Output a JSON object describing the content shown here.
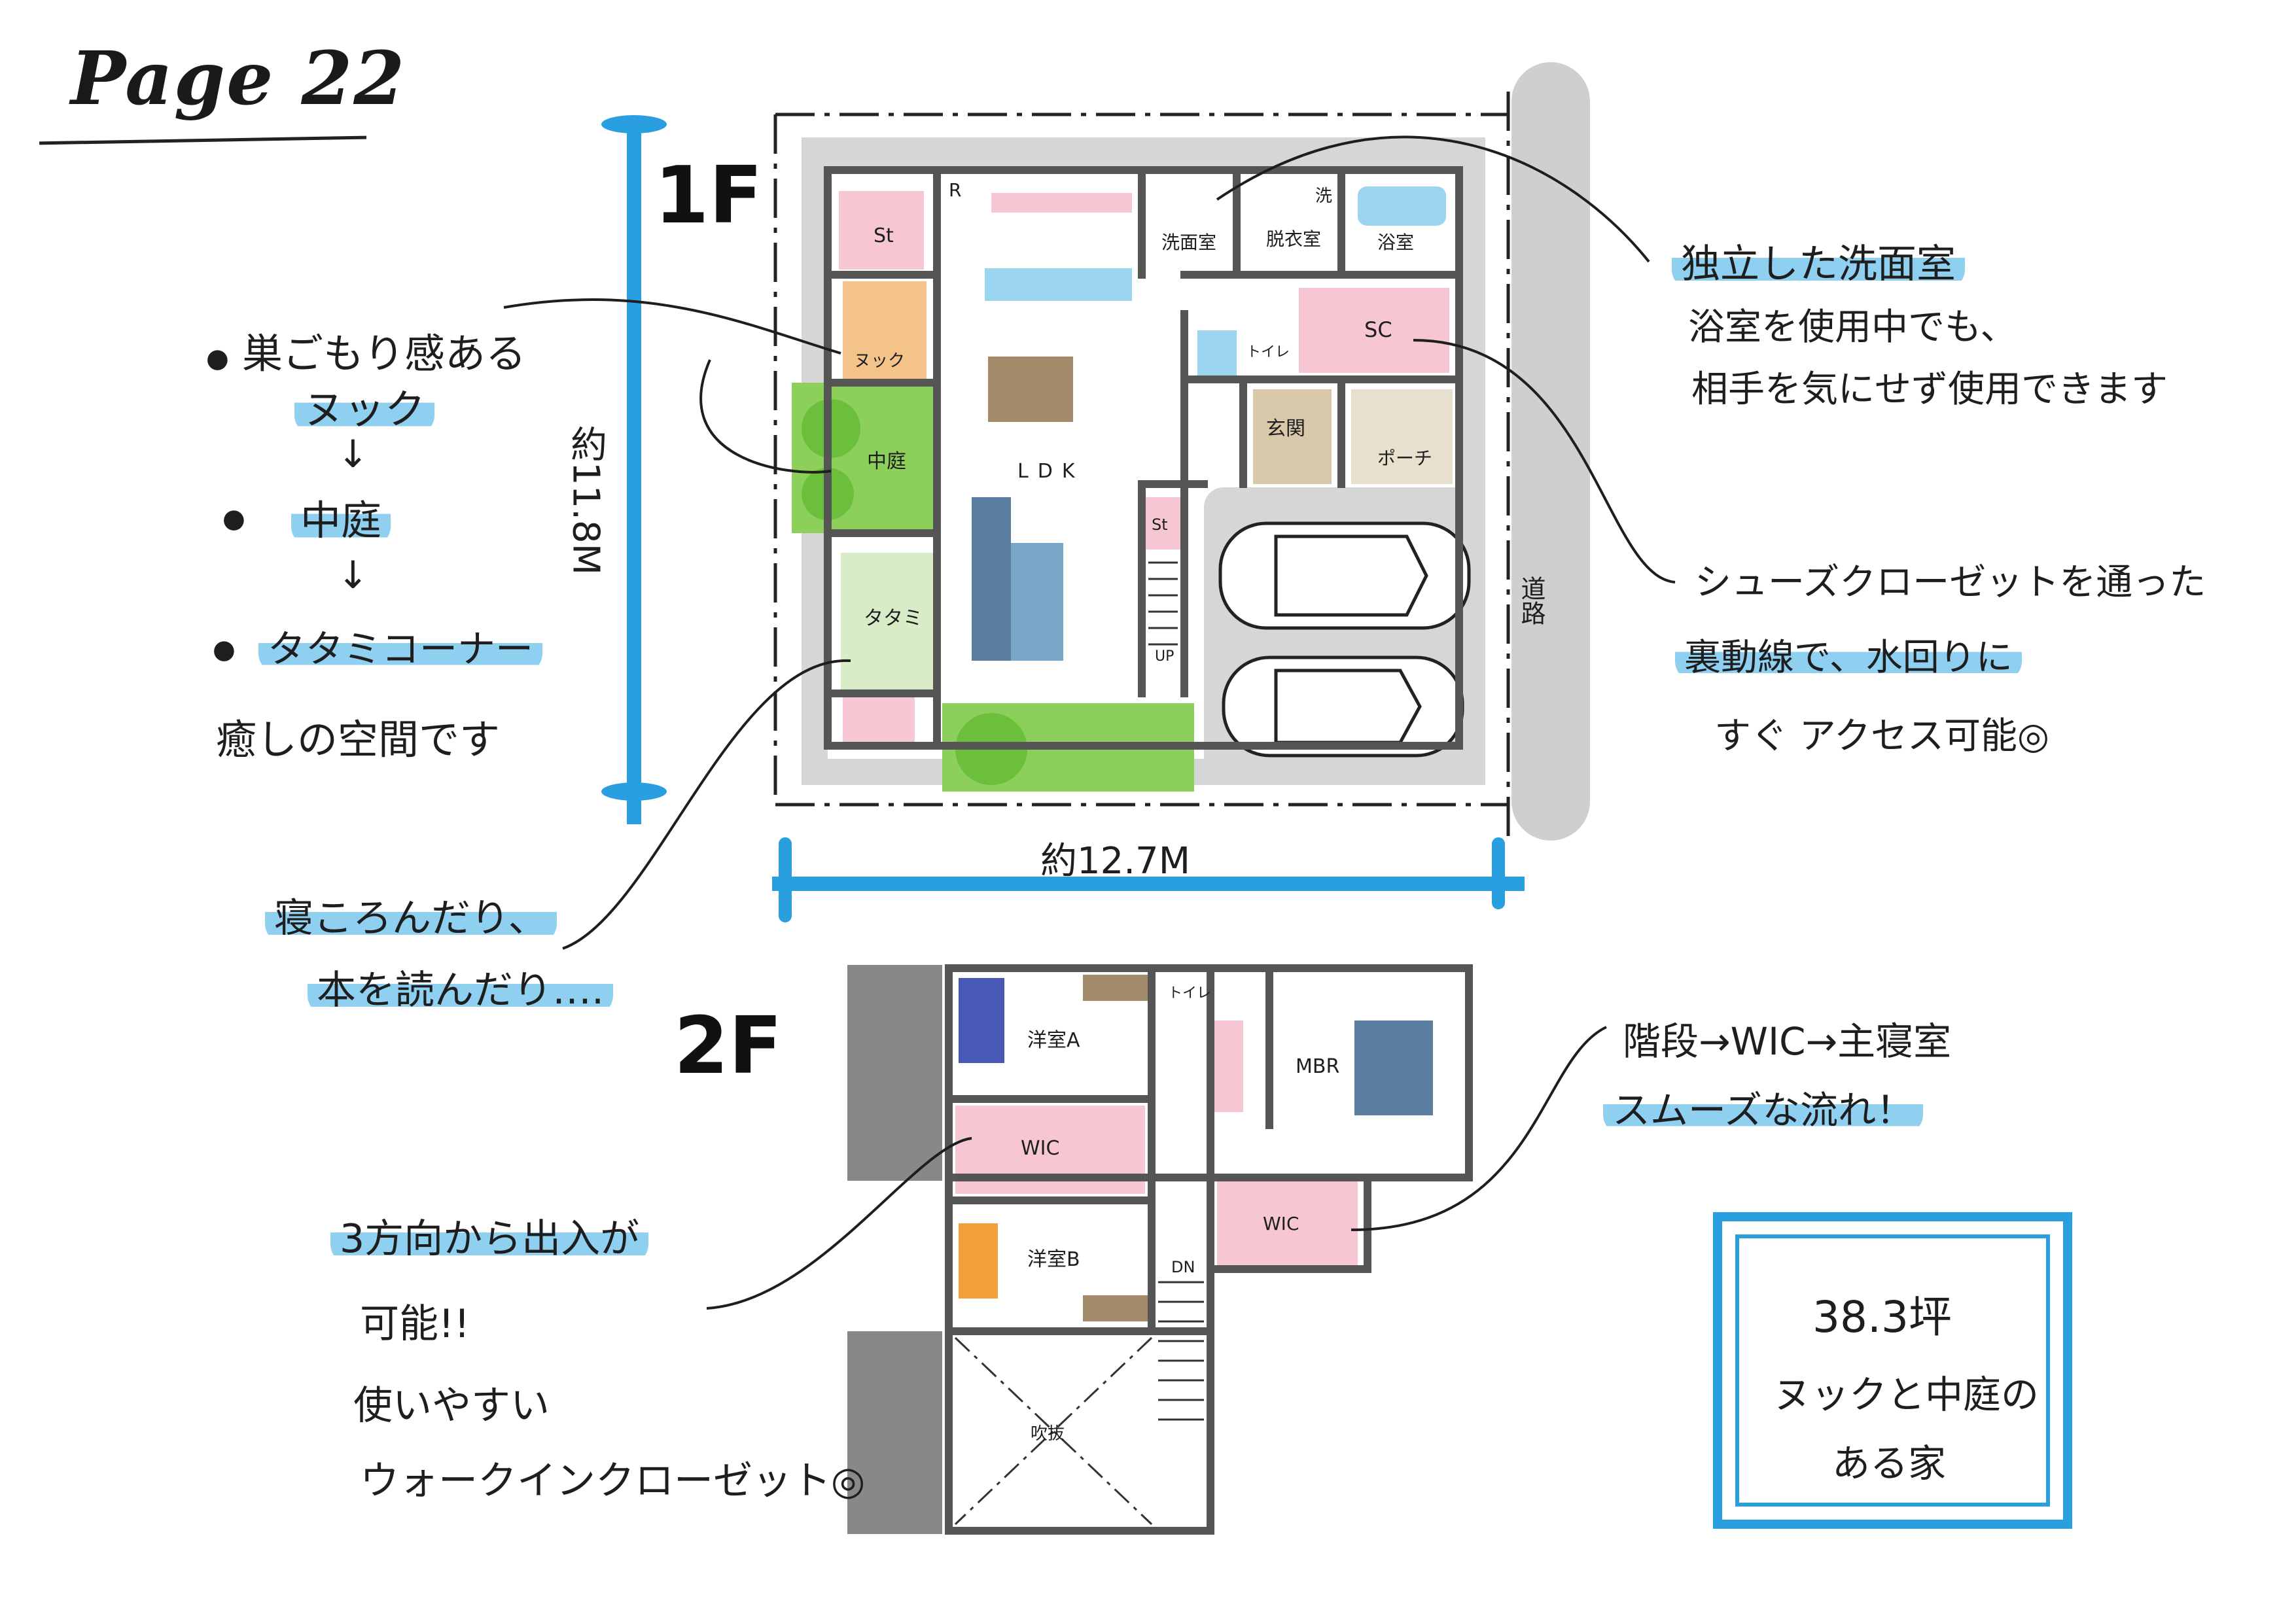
{
  "page": {
    "title": "Page 22"
  },
  "floors": {
    "first": "1F",
    "second": "2F"
  },
  "dimensions": {
    "depth": "約11.8M",
    "width": "約12.7M"
  },
  "rooms_1f": {
    "storage_top": "St",
    "refrigerator": "R",
    "washroom": "洗面室",
    "dressing_room": "脱衣室",
    "laundry": "洗",
    "bathroom": "浴室",
    "nook": "ヌック",
    "courtyard": "中庭",
    "ldk": "LDK",
    "toilet": "トイレ",
    "shoe_closet": "SC",
    "entrance": "玄関",
    "porch": "ポーチ",
    "storage_stair": "St",
    "tatami": "タタミ",
    "stair_up": "UP",
    "road": "道路"
  },
  "rooms_2f": {
    "bedroom_a": "洋室A",
    "toilet": "トイレ",
    "master_bedroom": "MBR",
    "wic_left": "WIC",
    "wic_right": "WIC",
    "bedroom_b": "洋室B",
    "stair_down": "DN",
    "void": "吹抜"
  },
  "notes": {
    "left_top": {
      "line1": "巣ごもり感ある",
      "line2": "ヌック",
      "arrow1": "↓",
      "line3": "中庭",
      "arrow2": "↓",
      "line4": "タタミコーナー",
      "line5": "癒しの空間です"
    },
    "left_mid": {
      "line1": "寝ころんだり、",
      "line2": "本を読んだり…."
    },
    "left_bottom": {
      "line1": "3方向から出入が",
      "line2": "可能!!",
      "line3": "使いやすい",
      "line4": "ウォークインクローゼット◎"
    },
    "right_top": {
      "line1": "独立した洗面室",
      "line2": "浴室を使用中でも、",
      "line3": "相手を気にせず使用できます"
    },
    "right_mid": {
      "line1": "シューズクローゼットを通った",
      "line2": "裏動線で、水回りに",
      "line3": "すぐ アクセス可能◎"
    },
    "right_bottom": {
      "line1": "階段→WIC→主寝室",
      "line2": "スムーズな流れ！"
    }
  },
  "summary_box": {
    "area": "38.3坪",
    "line1": "ヌックと中庭の",
    "line2": "ある家"
  },
  "colors": {
    "accent_blue": "#2a9fe0",
    "highlight_blue": "#8fd0f0",
    "pink": "#f6c6d3",
    "green": "#8ccf5a",
    "beige": "#ecdcc0",
    "gray": "#cfcfcf",
    "wall": "#555555"
  }
}
